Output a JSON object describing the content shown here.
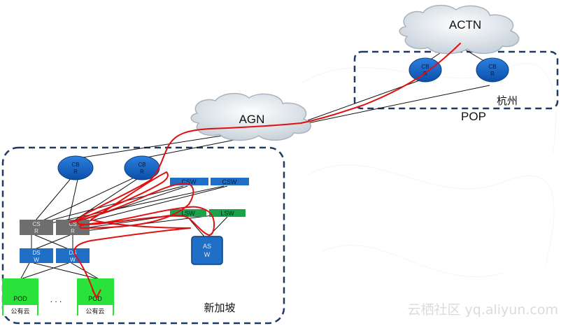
{
  "clouds": {
    "actn": "ACTN",
    "agn": "AGN"
  },
  "regions": {
    "pop": {
      "city_label": "杭州",
      "type_label": "POP"
    },
    "singapore": {
      "label": "新加坡"
    }
  },
  "pop_routers": [
    {
      "line1": "CB",
      "line2": "R"
    },
    {
      "line1": "CB",
      "line2": "R"
    }
  ],
  "sg_cbr": [
    {
      "line1": "CB",
      "line2": "R"
    },
    {
      "line1": "CB",
      "line2": "R"
    }
  ],
  "csw": [
    "CSW",
    "CSW"
  ],
  "lsw": [
    "LSW",
    "LSW"
  ],
  "csr": [
    {
      "line1": "CS",
      "line2": "R"
    },
    {
      "line1": "CS",
      "line2": "R"
    }
  ],
  "dsw": [
    {
      "line1": "DS",
      "line2": "W"
    },
    {
      "line1": "DS",
      "line2": "W"
    }
  ],
  "asw": {
    "line1": "AS",
    "line2": "W"
  },
  "pods": [
    {
      "title": "POD",
      "caption": "公有云"
    },
    {
      "title": "POD",
      "caption": "公有云"
    }
  ],
  "ellipsis": ". . .",
  "watermark": "云栖社区 yq.aliyun.com",
  "colors": {
    "router_blue": "#0b5bb5",
    "router_stroke": "#083f80",
    "switch_blue": "#1f6fc7",
    "switch_green": "#1aa34a",
    "switch_gray": "#6e6e6e",
    "pod_green": "#29e23a",
    "region_border": "#1e3a63",
    "path_red": "#e01010"
  }
}
